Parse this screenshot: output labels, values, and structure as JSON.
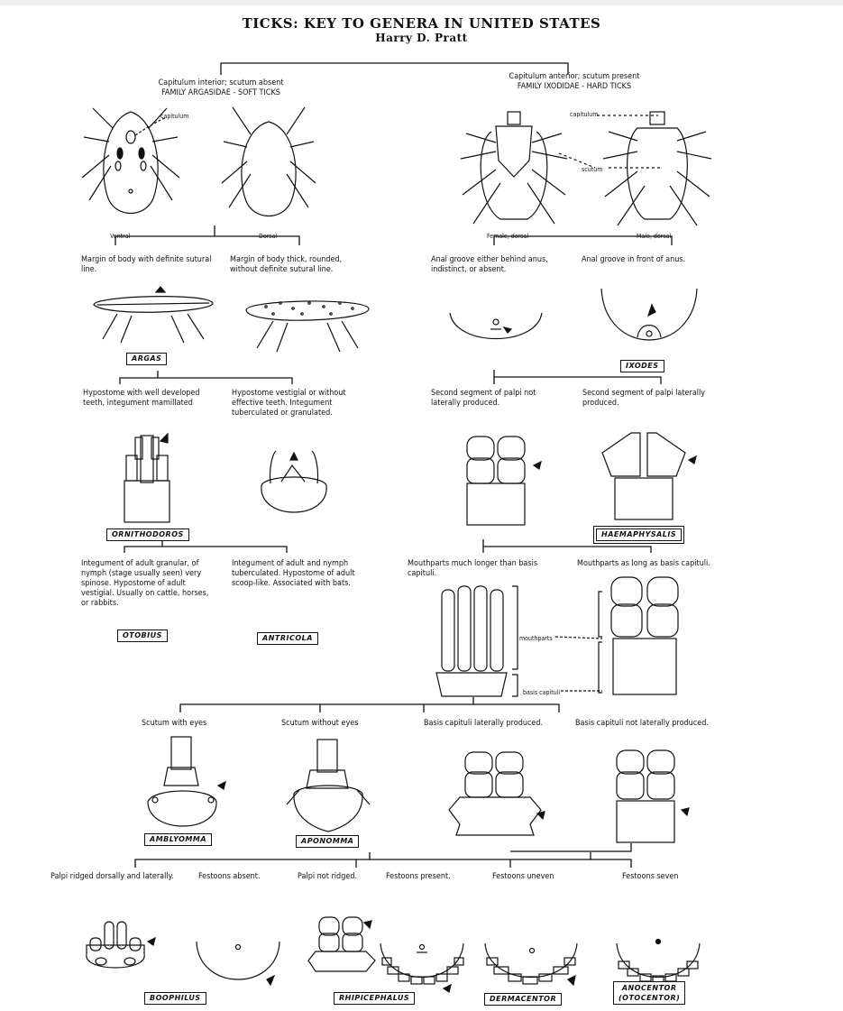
{
  "title": "TICKS: KEY TO GENERA IN UNITED STATES",
  "author": "Harry D. Pratt",
  "families": {
    "soft": {
      "line1": "Capitulum interior; scutum absent",
      "line2": "FAMILY ARGASIDAE - SOFT TICKS"
    },
    "hard": {
      "line1": "Capitulum anterior; scutum present",
      "line2": "FAMILY IXODIDAE - HARD TICKS"
    }
  },
  "fig_labels": {
    "capitulum": "capitulum",
    "capitulum2": "capitulum",
    "scutum": "scutum",
    "ventral": "Ventral",
    "dorsal": "Dorsal",
    "female_dorsal": "Female, dorsal",
    "male_dorsal": "Male, dorsal",
    "mouthparts": "mouthparts",
    "basis_capituli": "basis capituli"
  },
  "couplets": {
    "argasidae_1a": "Margin of body with definite sutural line.",
    "argasidae_1b": "Margin of body thick, rounded, without definite sutural line.",
    "ixodidae_1a": "Anal groove either behind anus, indistinct, or absent.",
    "ixodidae_1b": "Anal groove in front of anus.",
    "argasidae_2a": "Hypostome with well developed teeth, integument mamillated",
    "argasidae_2b": "Hypostome vestigial or without effective teeth. Integument tuberculated or granulated.",
    "ixodidae_2a": "Second segment of palpi not laterally produced.",
    "ixodidae_2b": "Second segment of palpi laterally produced.",
    "argasidae_3a": "Integument of adult granular, of nymph (stage usually seen) very spinose. Hypostome of adult vestigial. Usually on cattle, horses, or rabbits.",
    "argasidae_3b": "Integument of adult and nymph tuberculated. Hypostome of adult scoop-like. Associated with bats.",
    "ixodidae_3a": "Mouthparts much longer than basis capituli.",
    "ixodidae_3b": "Mouthparts as long as basis capituli.",
    "scutum_eyes": "Scutum with eyes",
    "scutum_no_eyes": "Scutum without eyes",
    "basis_lat": "Basis capituli laterally produced.",
    "basis_not_lat": "Basis capituli not laterally produced.",
    "palpi_ridged": "Palpi ridged dorsally and laterally.",
    "festoons_absent": "Festoons absent.",
    "palpi_not_ridged": "Palpi not ridged.",
    "festoons_present": "Festoons present.",
    "festoons_uneven": "Festoons uneven",
    "festoons_seven": "Festoons seven"
  },
  "genera": {
    "argas": "ARGAS",
    "ixodes": "IXODES",
    "ornithodoros": "ORNITHODOROS",
    "haemaphysalis": "HAEMAPHYSALIS",
    "otobius": "OTOBIUS",
    "antricola": "ANTRICOLA",
    "amblyomma": "AMBLYOMMA",
    "aponomma": "APONOMMA",
    "boophilus": "BOOPHILUS",
    "rhipicephalus": "RHIPICEPHALUS",
    "dermacentor": "DERMACENTOR",
    "anocentor_1": "ANOCENTOR",
    "anocentor_2": "(OTOCENTOR)"
  }
}
